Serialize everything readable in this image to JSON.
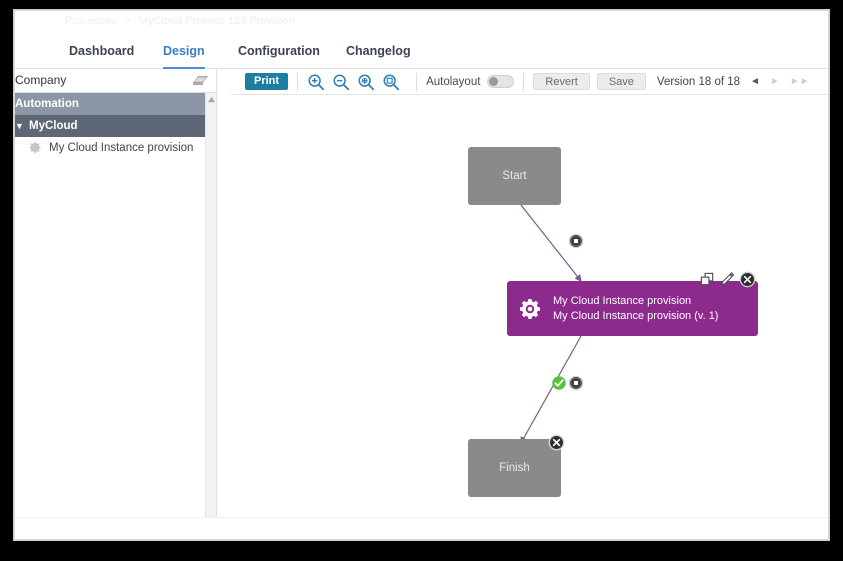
{
  "breadcrumb": {
    "root": "Processes",
    "separator": ">",
    "current": "MyCloud Process 123 Provision"
  },
  "tabs": [
    {
      "label": "Dashboard",
      "active": false
    },
    {
      "label": "Design",
      "active": true
    },
    {
      "label": "Configuration",
      "active": false
    },
    {
      "label": "Changelog",
      "active": false
    }
  ],
  "sidebar": {
    "search_value": "Company",
    "eraser_icon": "eraser-icon",
    "scroll_up_icon": "scroll-up-arrow-icon",
    "tree": [
      {
        "label": "Automation",
        "level": 0,
        "icon": ""
      },
      {
        "label": "MyCloud",
        "level": 1,
        "icon": "caret-down-icon",
        "caret": "▼"
      },
      {
        "label": "My Cloud Instance provision",
        "level": 2,
        "icon": "gear-icon"
      }
    ]
  },
  "toolbar": {
    "print_label": "Print",
    "zoom_in_icon": "zoom-in-icon",
    "zoom_out_icon": "zoom-out-icon",
    "zoom_fit_icon": "zoom-fit-icon",
    "zoom_reset_icon": "zoom-actual-size-icon",
    "autolayout_label": "Autolayout",
    "autolayout_on": false,
    "revert_label": "Revert",
    "save_label": "Save",
    "version_label": "Version 18 of 18",
    "prev_arrow": "◄",
    "next_arrow": "►",
    "last_arrow": "►►"
  },
  "canvas": {
    "nodes": [
      {
        "id": "start",
        "label": "Start",
        "type": "terminal",
        "color": "#8a8a8a"
      },
      {
        "id": "finish",
        "label": "Finish",
        "type": "terminal",
        "color": "#8a8a8a"
      },
      {
        "id": "task",
        "type": "task",
        "color": "#8d2a8d",
        "icon": "gear-icon",
        "line1": "My Cloud Instance provision",
        "line2": "My Cloud Instance provision (v. 1)",
        "actions": [
          {
            "name": "copy-icon"
          },
          {
            "name": "edit-pencil-icon"
          },
          {
            "name": "close-circle-icon"
          }
        ]
      }
    ],
    "connectors": [
      {
        "from": "start",
        "to": "task",
        "marker": "connector-settings-icon"
      },
      {
        "from": "task",
        "to": "finish",
        "marker": "connector-settings-icon",
        "status": "valid-check-icon"
      }
    ],
    "link_color": "#7a5a8e"
  }
}
